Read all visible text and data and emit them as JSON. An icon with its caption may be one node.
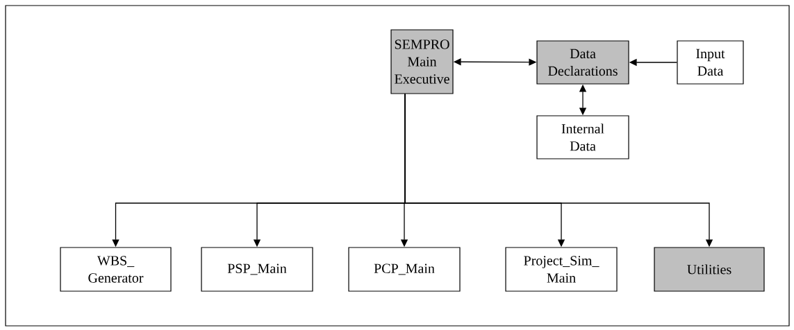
{
  "diagram": {
    "nodes": [
      {
        "text": [
          "SEMPRO Main Executive"
        ]
      },
      {
        "text": [
          "Data Declarations"
        ]
      },
      {
        "text": [
          "Input Data"
        ]
      },
      {
        "text": [
          "Internal Data"
        ]
      },
      {
        "text": [
          "WBS_ Generator"
        ]
      },
      {
        "text": [
          "PSP_Main"
        ]
      },
      {
        "text": [
          "PCP_Main"
        ]
      },
      {
        "text": [
          "Project_Sim_ Main"
        ]
      },
      {
        "text": [
          "Utilities"
        ]
      }
    ],
    "edges": [
      {
        "from": 0,
        "to": 1,
        "arrow": "both"
      },
      {
        "from": 2,
        "to": 1,
        "arrow": "to"
      },
      {
        "from": 1,
        "to": 3,
        "arrow": "both"
      },
      {
        "from": 0,
        "to": 4,
        "arrow": "to"
      },
      {
        "from": 0,
        "to": 5,
        "arrow": "to"
      },
      {
        "from": 0,
        "to": 6,
        "arrow": "to"
      },
      {
        "from": 0,
        "to": 7,
        "arrow": "to"
      },
      {
        "from": 0,
        "to": 8,
        "arrow": "to"
      }
    ]
  }
}
